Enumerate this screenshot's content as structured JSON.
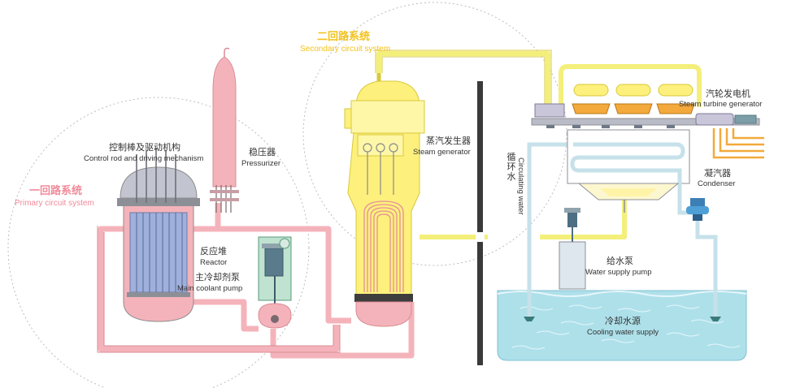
{
  "labels": {
    "primary_zh": "一回路系统",
    "primary_en": "Primary circuit system",
    "secondary_zh": "二回路系统",
    "secondary_en": "Secondary circuit system",
    "control_rod_zh": "控制棒及驱动机构",
    "control_rod_en": "Control rod and driving mechanism",
    "pressurizer_zh": "稳压器",
    "pressurizer_en": "Pressurizer",
    "steam_gen_zh": "蒸汽发生器",
    "steam_gen_en": "Steam generator",
    "reactor_zh": "反应堆",
    "reactor_en": "Reactor",
    "coolant_pump_zh": "主冷却剂泵",
    "coolant_pump_en": "Main coolant pump",
    "circulating_zh": "循环水",
    "circulating_en": "Circulating water",
    "turbine_zh": "汽轮发电机",
    "turbine_en": "Steam turbine generator",
    "condenser_zh": "凝汽器",
    "condenser_en": "Condenser",
    "feed_pump_zh": "给水泵",
    "feed_pump_en": "Water supply pump",
    "cooling_zh": "冷却水源",
    "cooling_en": "Cooling water supply"
  },
  "colors": {
    "primary_pipe": "#f4b3ba",
    "primary_outline": "#d98c96",
    "secondary_pipe": "#f3ef7a",
    "secondary_outline": "#d9c93a",
    "steam_gen_body": "#fdf07c",
    "cooling_pipe": "#cfe6ee",
    "cooling_water": "#aee0ea",
    "turbine_accent": "#f3a93b",
    "metal_grey": "#b9bcc6",
    "reactor_core": "#9fb0dc",
    "pump_green": "#bfe3d0",
    "circle_dash": "#bdbdbd"
  }
}
